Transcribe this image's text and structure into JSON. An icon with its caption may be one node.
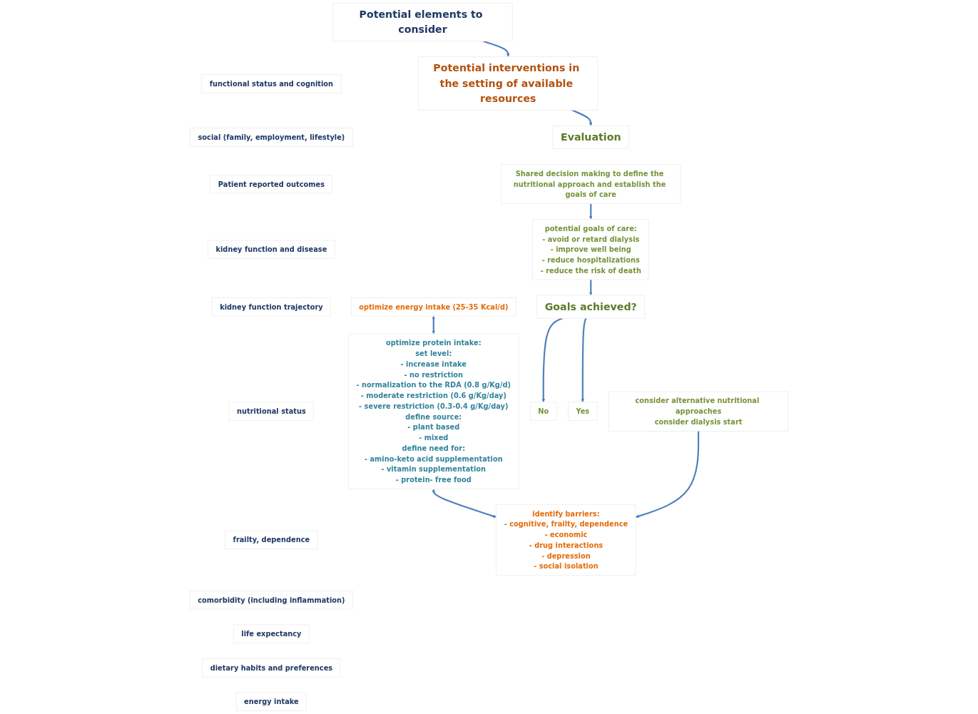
{
  "diagram": {
    "nodes": [
      {
        "text": [
          "Potential elements to consider"
        ]
      },
      {
        "text": [
          "functional status and cognition"
        ]
      },
      {
        "text": [
          "social (family, employment, lifestyle)"
        ]
      },
      {
        "text": [
          "Patient reported outcomes"
        ]
      },
      {
        "text": [
          "kidney function and disease"
        ]
      },
      {
        "text": [
          "kidney function trajectory"
        ]
      },
      {
        "text": [
          "nutritional status"
        ]
      },
      {
        "text": [
          "frailty, dependence"
        ]
      },
      {
        "text": [
          "comorbidity (including inflammation)"
        ]
      },
      {
        "text": [
          "life expectancy"
        ]
      },
      {
        "text": [
          "dietary habits and preferences"
        ]
      },
      {
        "text": [
          "energy intake"
        ]
      },
      {
        "text": [
          "Potential interventions in the setting of available resources"
        ]
      },
      {
        "text": [
          "optimize energy intake (25-35 Kcal/d)"
        ]
      },
      {
        "text": [
          "optimize protein intake:",
          "set level:",
          "- increase intake",
          "- no restriction",
          "- normalization to the RDA (0.8 g/Kg/d)",
          "- moderate restriction (0.6 g/Kg/day)",
          "- severe restriction (0.3-0.4 g/Kg/day)",
          "define source:",
          "- plant based",
          "- mixed",
          "define need for:",
          "- amino-keto acid supplementation",
          "- vitamin supplementation",
          "- protein- free food"
        ]
      },
      {
        "text": [
          "identify barriers:",
          "- cognitive, frailty, dependence",
          "- economic",
          "- drug interactions",
          "- depression",
          "- social isolation"
        ]
      },
      {
        "text": [
          "Evaluation"
        ]
      },
      {
        "text": [
          "Shared decision making to define the nutritional approach and establish the goals of care"
        ]
      },
      {
        "text": [
          "potential goals of care:",
          "- avoid or retard dialysis",
          "- improve well being",
          "- reduce hospitalizations",
          "- reduce the risk of death"
        ]
      },
      {
        "text": [
          "Goals achieved?"
        ]
      },
      {
        "text": [
          "No"
        ]
      },
      {
        "text": [
          "Yes"
        ]
      },
      {
        "text": [
          "consider alternative nutritional approaches",
          "consider dialysis start"
        ]
      }
    ],
    "edges": [
      {
        "from": 0,
        "to": 12,
        "arrow": "to"
      },
      {
        "from": 12,
        "to": 16,
        "arrow": "to"
      },
      {
        "from": 13,
        "to": 14,
        "arrow": "both"
      },
      {
        "from": 14,
        "to": 15,
        "arrow": "both"
      },
      {
        "from": 17,
        "to": 18,
        "arrow": "to"
      },
      {
        "from": 18,
        "to": 19,
        "arrow": "to"
      },
      {
        "from": 19,
        "to": 20,
        "arrow": "to"
      },
      {
        "from": 19,
        "to": 21,
        "arrow": "to"
      },
      {
        "from": 22,
        "to": 15,
        "arrow": "to"
      }
    ]
  }
}
